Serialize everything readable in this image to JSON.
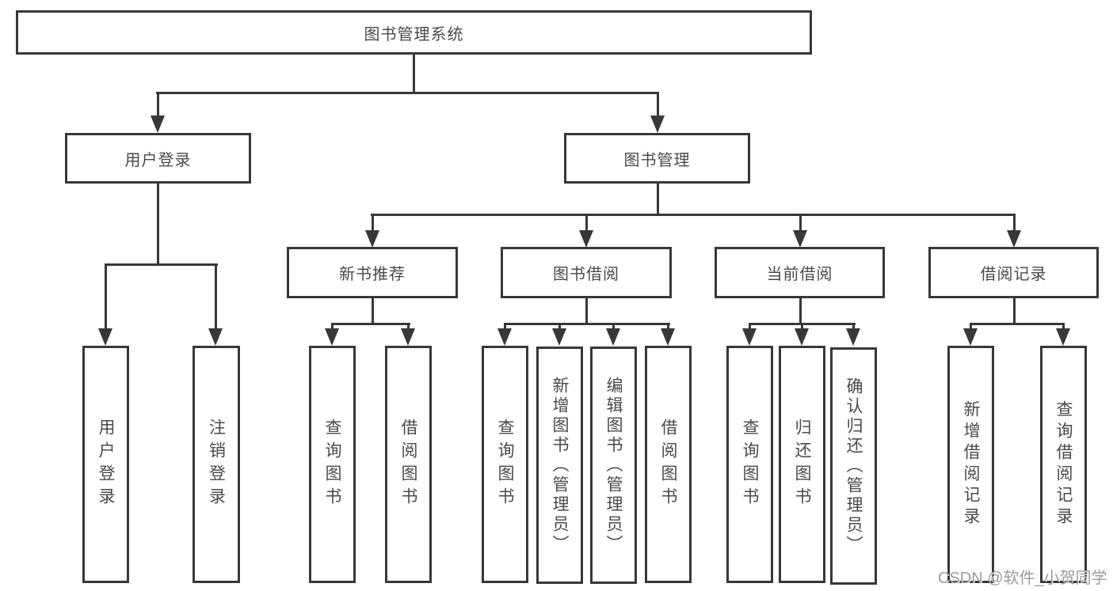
{
  "diagram": {
    "root": {
      "label": "图书管理系统"
    },
    "branches": [
      {
        "label": "用户登录",
        "children": [
          {
            "label": "用户登录"
          },
          {
            "label": "注销登录"
          }
        ]
      },
      {
        "label": "图书管理",
        "children": [
          {
            "label": "新书推荐",
            "children": [
              {
                "label": "查询图书"
              },
              {
                "label": "借阅图书"
              }
            ]
          },
          {
            "label": "图书借阅",
            "children": [
              {
                "label": "查询图书"
              },
              {
                "label": "新增图书（管理员）"
              },
              {
                "label": "编辑图书（管理员）"
              },
              {
                "label": "借阅图书"
              }
            ]
          },
          {
            "label": "当前借阅",
            "children": [
              {
                "label": "查询图书"
              },
              {
                "label": "归还图书"
              },
              {
                "label": "确认归还（管理员）"
              }
            ]
          },
          {
            "label": "借阅记录",
            "children": [
              {
                "label": "新增借阅记录"
              },
              {
                "label": "查询借阅记录"
              }
            ]
          }
        ]
      }
    ]
  },
  "watermark": {
    "text": "CSDN @软件_小贺同学"
  },
  "colors": {
    "line": "#383838",
    "text": "#4a4a4a",
    "watermark": "#9c9c9c",
    "background": "#ffffff"
  }
}
